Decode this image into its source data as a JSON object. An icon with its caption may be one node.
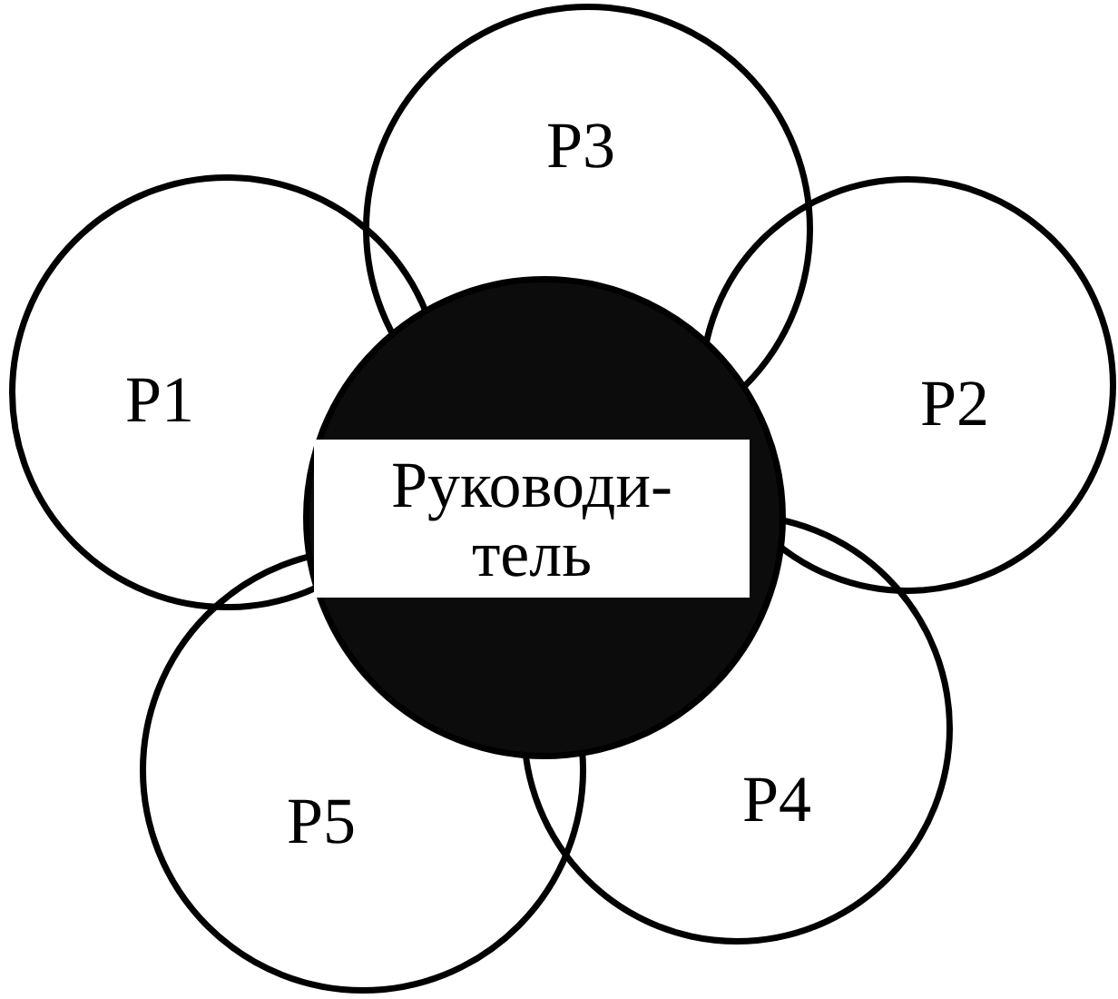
{
  "diagram": {
    "nodes": [
      {
        "text": [
          "Р3"
        ]
      },
      {
        "text": [
          "Р1"
        ]
      },
      {
        "text": [
          "Р2"
        ]
      },
      {
        "text": [],
        "shape": "circle"
      },
      {
        "text": [
          "Руководи-тель"
        ],
        "in": 3
      },
      {
        "text": [
          "Р5"
        ]
      },
      {
        "text": [
          "Р4"
        ]
      }
    ]
  }
}
